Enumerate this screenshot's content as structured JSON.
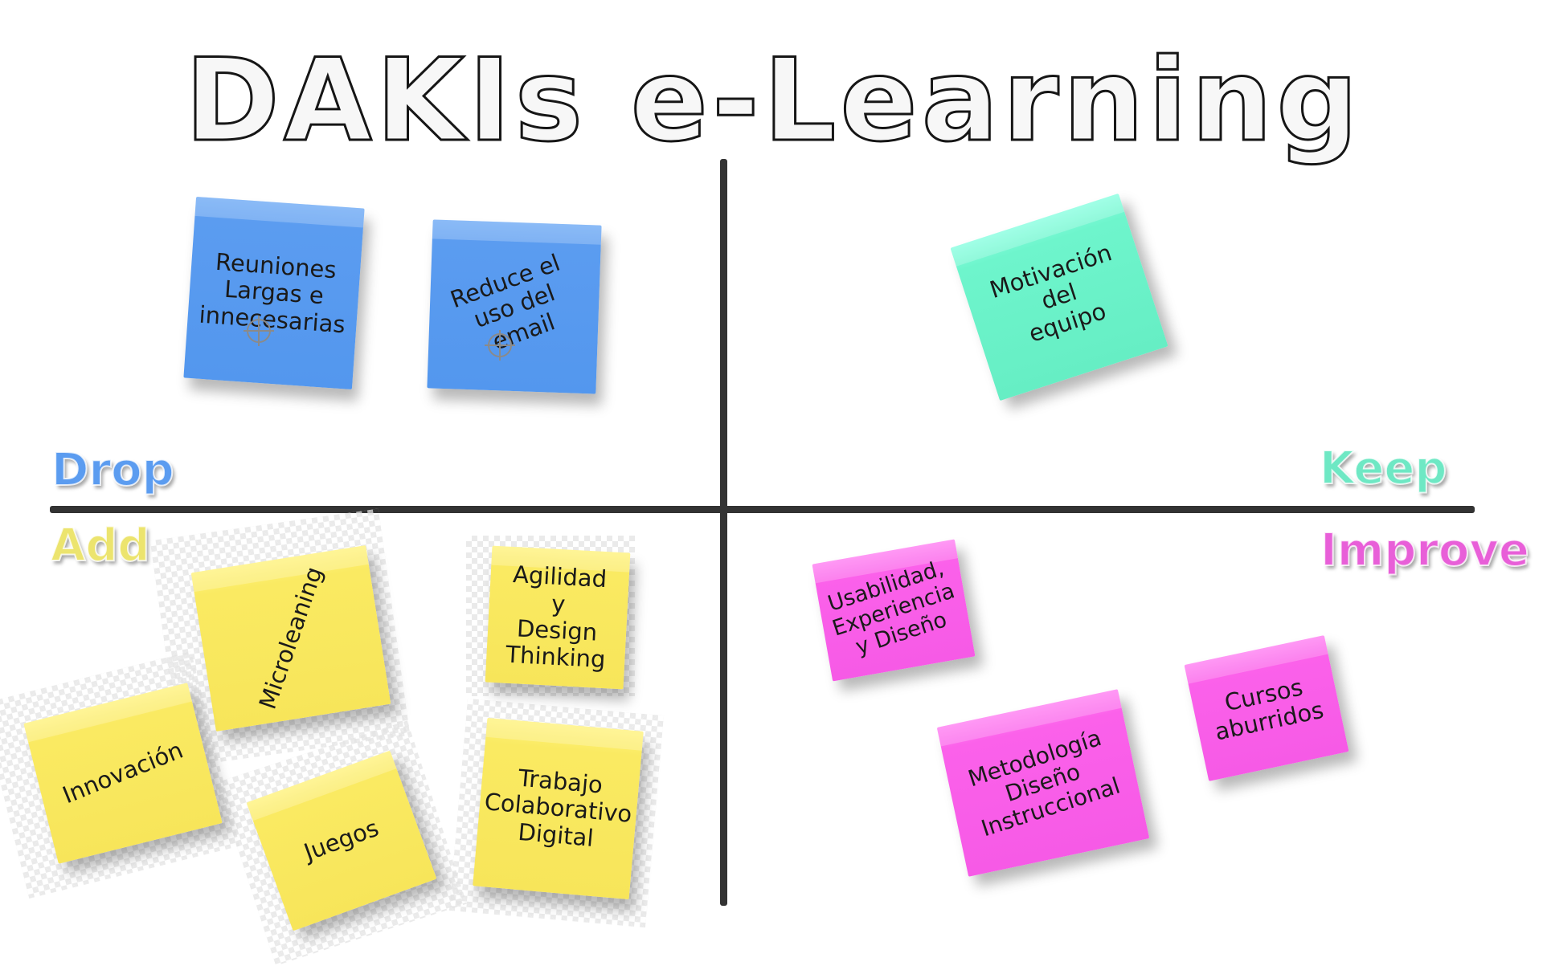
{
  "title": "DAKIs e-Learning",
  "quadrants": {
    "drop": {
      "label": "Drop",
      "color": "#5b9cf0"
    },
    "keep": {
      "label": "Keep",
      "color": "#6ee8c4"
    },
    "add": {
      "label": "Add",
      "color": "#ece46e"
    },
    "improve": {
      "label": "Improve",
      "color": "#e85fd8"
    }
  },
  "notes": {
    "drop": [
      {
        "text": "Reuniones\nLargas e\ninnecesarias"
      },
      {
        "text": "Reduce el\nuso del\nemail"
      }
    ],
    "keep": [
      {
        "text": "Motivación\ndel\nequipo"
      }
    ],
    "add": [
      {
        "text": "Microleaning"
      },
      {
        "text": "Agilidad y\nDesign\nThinking"
      },
      {
        "text": "Innovación"
      },
      {
        "text": "Juegos"
      },
      {
        "text": "Trabajo\nColaborativo\nDigital"
      }
    ],
    "improve": [
      {
        "text": "Usabilidad,\nExperiencia\ny Diseño"
      },
      {
        "text": "Cursos\naburridos"
      },
      {
        "text": "Metodología\nDiseño\nInstruccional"
      }
    ]
  }
}
